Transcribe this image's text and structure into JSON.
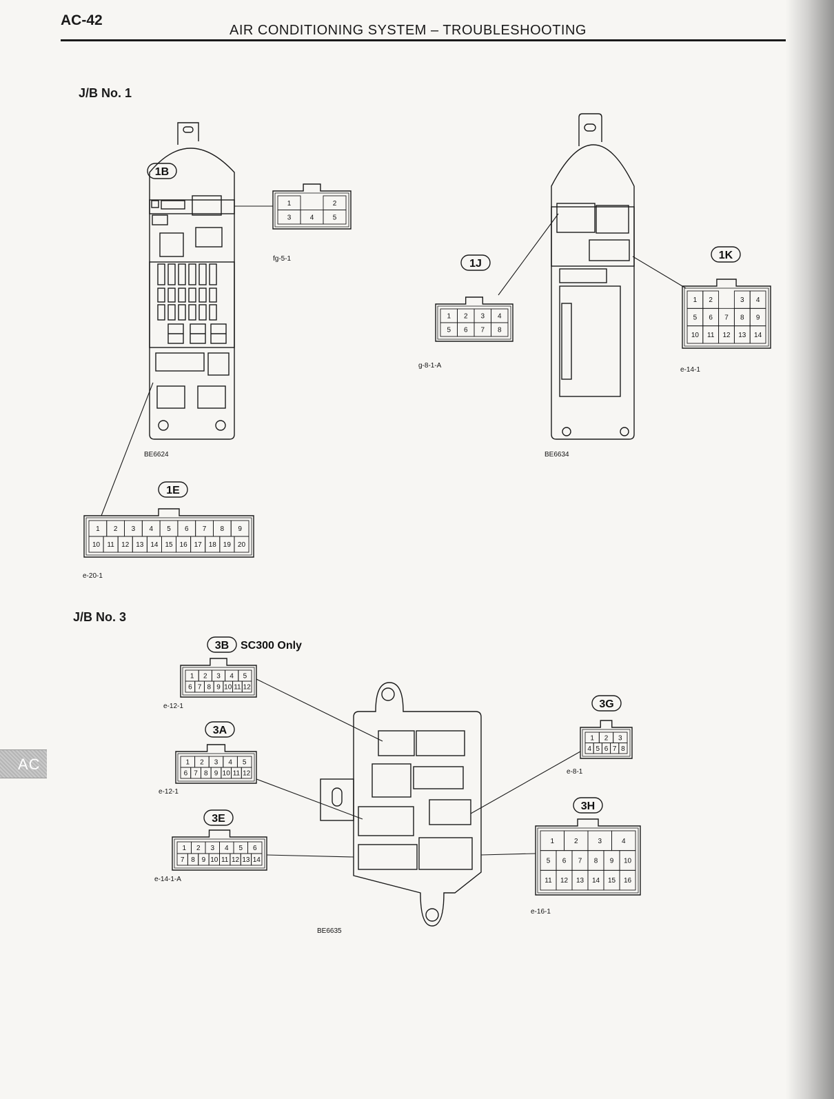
{
  "header": {
    "page_number": "AC-42",
    "title": "AIR CONDITIONING SYSTEM – TROUBLESHOOTING"
  },
  "sections": {
    "jb1": "J/B No. 1",
    "jb3": "J/B No. 3"
  },
  "side_tab": {
    "label": "AC"
  },
  "junction_blocks": [
    {
      "id": "jb1a",
      "code": "BE6624"
    },
    {
      "id": "jb1b",
      "code": "BE6634"
    },
    {
      "id": "jb3",
      "code": "BE6635"
    }
  ],
  "connectors": [
    {
      "id": "1B",
      "part": "fg-5-1",
      "rows": [
        [
          "1",
          "",
          "2"
        ],
        [
          "3",
          "4",
          "5"
        ]
      ]
    },
    {
      "id": "1J",
      "part": "g-8-1-A",
      "rows": [
        [
          "1",
          "2",
          "3",
          "4"
        ],
        [
          "5",
          "6",
          "7",
          "8"
        ]
      ]
    },
    {
      "id": "1K",
      "part": "e-14-1",
      "rows": [
        [
          "1",
          "2",
          "",
          "3",
          "4"
        ],
        [
          "5",
          "6",
          "7",
          "8",
          "9"
        ],
        [
          "10",
          "11",
          "12",
          "13",
          "14"
        ]
      ]
    },
    {
      "id": "1E",
      "part": "e-20-1",
      "rows": [
        [
          "1",
          "2",
          "3",
          "4",
          "5",
          "6",
          "7",
          "8",
          "9"
        ],
        [
          "10",
          "11",
          "12",
          "13",
          "14",
          "15",
          "16",
          "17",
          "18",
          "19",
          "20"
        ]
      ]
    },
    {
      "id": "3B",
      "part": "e-12-1",
      "note": "SC300 Only",
      "rows": [
        [
          "1",
          "2",
          "3",
          "4",
          "5"
        ],
        [
          "6",
          "7",
          "8",
          "9",
          "10",
          "11",
          "12"
        ]
      ]
    },
    {
      "id": "3A",
      "part": "e-12-1",
      "rows": [
        [
          "1",
          "2",
          "3",
          "4",
          "5"
        ],
        [
          "6",
          "7",
          "8",
          "9",
          "10",
          "11",
          "12"
        ]
      ]
    },
    {
      "id": "3E",
      "part": "e-14-1-A",
      "rows": [
        [
          "1",
          "2",
          "3",
          "4",
          "5",
          "6"
        ],
        [
          "7",
          "8",
          "9",
          "10",
          "11",
          "12",
          "13",
          "14"
        ]
      ]
    },
    {
      "id": "3G",
      "part": "e-8-1",
      "rows": [
        [
          "1",
          "2",
          "3"
        ],
        [
          "4",
          "5",
          "6",
          "7",
          "8"
        ]
      ]
    },
    {
      "id": "3H",
      "part": "e-16-1",
      "rows": [
        [
          "1",
          "2",
          "3",
          "4"
        ],
        [
          "5",
          "6",
          "7",
          "8",
          "9",
          "10"
        ],
        [
          "11",
          "12",
          "13",
          "14",
          "15",
          "16"
        ]
      ]
    }
  ]
}
